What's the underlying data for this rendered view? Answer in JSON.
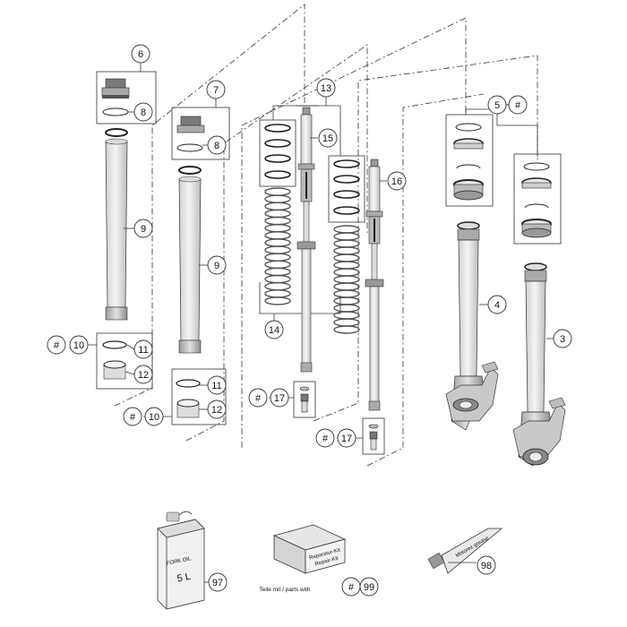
{
  "callouts": {
    "c6": "6",
    "c7": "7",
    "c8a": "8",
    "c8b": "8",
    "c9a": "9",
    "c9b": "9",
    "c10a": "10",
    "c10b": "10",
    "c11a": "11",
    "c11b": "11",
    "c12a": "12",
    "c12b": "12",
    "c13": "13",
    "c14": "14",
    "c15": "15",
    "c16": "16",
    "c17a": "17",
    "c17b": "17",
    "c5": "5",
    "c4": "4",
    "c3": "3",
    "c97": "97",
    "c98": "98",
    "c99": "99",
    "hash": "#"
  },
  "labels": {
    "oil_can_line1": "FORK OIL",
    "oil_can_line2": "5 L",
    "repair_kit_line1": "Reparatur-Kit",
    "repair_kit_line2": "Repair-Kit",
    "tube_label": "Motorex grease",
    "parts_with": "Teile mit / parts with"
  }
}
